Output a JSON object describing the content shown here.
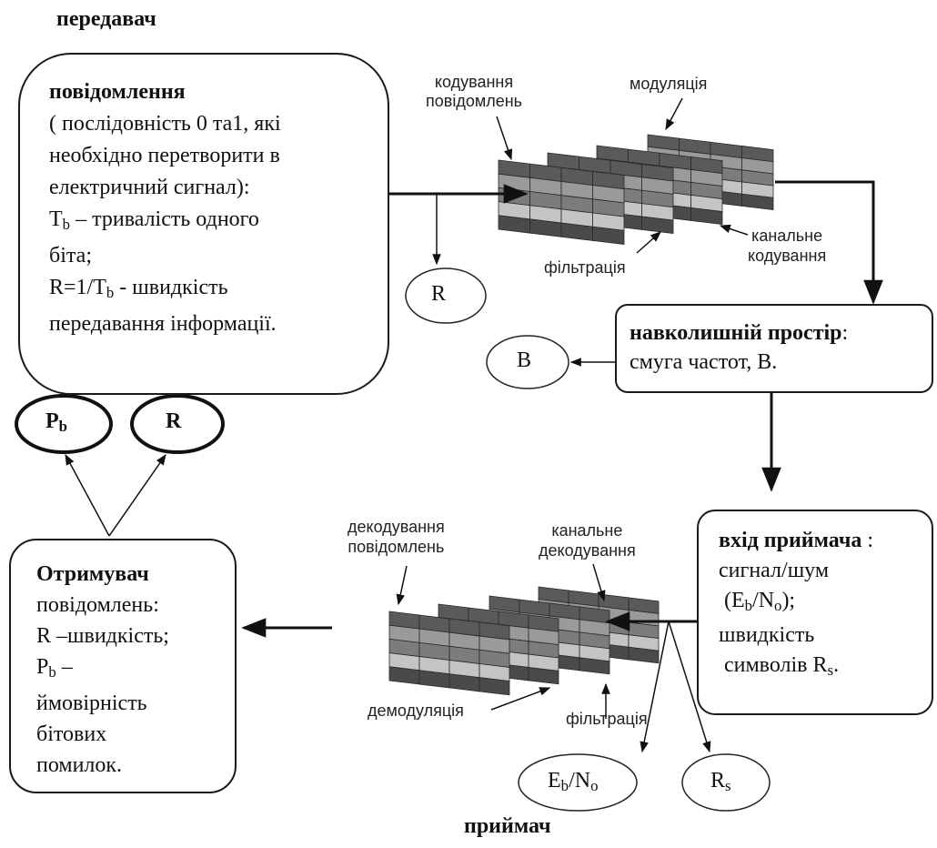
{
  "titles": {
    "transmitter": "передавач",
    "receiver": "приймач"
  },
  "message_box": {
    "heading": "повідомлення",
    "line1": "( послідовність 0 та1, які",
    "line2": "необхідно перетворити в",
    "line3": "електричний сигнал):",
    "tb_symbol": "T",
    "tb_sub": "b",
    "tb_text": " – тривалість одного",
    "line5": "біта;",
    "r_prefix": "R=1/T",
    "r_sub": "b",
    "r_text": "  - швидкість",
    "line7": "передавання інформації."
  },
  "space_box": {
    "heading": "навколишній простір",
    "colon": ":",
    "line1": " смуга частот, B."
  },
  "input_box": {
    "heading": "вхід приймача",
    "colon": " :",
    "line1": "сигнал/шум",
    "snr_open": "(E",
    "snr_sub1": "b",
    "snr_mid": "/N",
    "snr_sub2": "o",
    "snr_close": ");",
    "line3": "швидкість",
    "rs_text": "символів R",
    "rs_sub": "s",
    "rs_end": "."
  },
  "receiver_box": {
    "heading": "Отримувач",
    "line1": "повідомлень:",
    "line2": "R –швидкість;",
    "pb_symbol": "P",
    "pb_sub": "b",
    "pb_text": " –",
    "line4": "ймовірність",
    "line5": "бітових",
    "line6": "помилок."
  },
  "ellipses": {
    "r_tx": "R",
    "b": "B",
    "pb_sym": "P",
    "pb_sub": "b",
    "r_rx": "R",
    "ebno_e": "E",
    "ebno_sub1": "b",
    "ebno_n": "/N",
    "ebno_sub2": "o",
    "rs_sym": "R",
    "rs_sub": "s"
  },
  "tx_labels": {
    "coding_line1": "кодування",
    "coding_line2": "повідомлень",
    "modulation": "модуляція",
    "channel_line1": "канальне",
    "channel_line2": "кодування",
    "filtering": "фільтрація"
  },
  "rx_labels": {
    "decoding_line1": "декодування",
    "decoding_line2": "повідомлень",
    "channel_line1": "канальне",
    "channel_line2": "декодування",
    "demodulation": "демодуляція",
    "filtering": "фільтрація"
  }
}
